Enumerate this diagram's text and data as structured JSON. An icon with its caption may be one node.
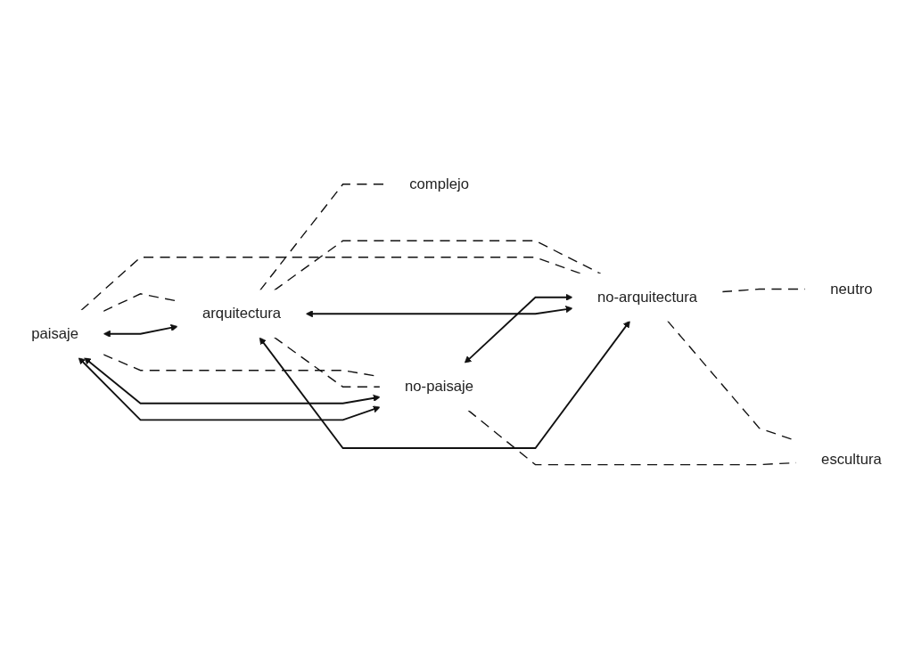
{
  "diagram": {
    "nodes": [
      {
        "text": [
          "paisaje"
        ]
      },
      {
        "text": [
          "arquitectura"
        ]
      },
      {
        "text": [
          "complejo"
        ]
      },
      {
        "text": [
          "no-paisaje"
        ]
      },
      {
        "text": [
          "no-arquitectura"
        ]
      },
      {
        "text": [
          "neutro"
        ]
      },
      {
        "text": [
          "escultura"
        ]
      }
    ],
    "edges": [
      {
        "from": 0,
        "to": 1,
        "arrow": "both"
      },
      {
        "from": 0,
        "to": 3,
        "arrow": "both"
      },
      {
        "from": 0,
        "to": 3,
        "arrow": "both"
      },
      {
        "from": 1,
        "to": 4,
        "arrow": "both"
      },
      {
        "from": 1,
        "to": 4,
        "arrow": "both"
      },
      {
        "from": 3,
        "to": 4,
        "arrow": "both"
      },
      {
        "from": 0,
        "to": 4,
        "arrow": "none",
        "style": "dashed"
      },
      {
        "from": 1,
        "to": 3,
        "arrow": "none",
        "style": "dashed"
      },
      {
        "from": 1,
        "to": 2,
        "arrow": "none",
        "style": "dashed"
      },
      {
        "from": 4,
        "to": 5,
        "arrow": "none",
        "style": "dashed"
      },
      {
        "from": 0,
        "to": 1,
        "arrow": "none",
        "style": "dashed"
      },
      {
        "from": 0,
        "to": 3,
        "arrow": "none",
        "style": "dashed"
      },
      {
        "from": 1,
        "to": 4,
        "arrow": "none",
        "style": "dashed"
      },
      {
        "from": 3,
        "to": 6,
        "arrow": "none",
        "style": "dashed"
      },
      {
        "from": 4,
        "to": 6,
        "arrow": "none",
        "style": "dashed"
      }
    ]
  }
}
